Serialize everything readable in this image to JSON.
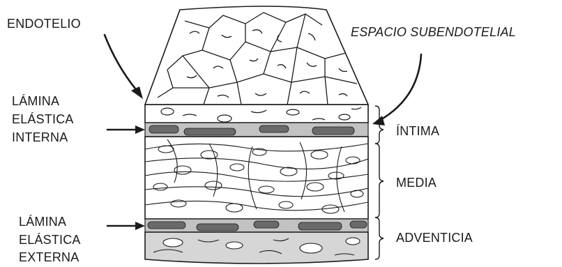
{
  "labels": {
    "endotelio": "ENDOTELIO",
    "espacio_subendotelial": "ESPACIO SUBENDOTELIAL",
    "lamina_interna": [
      "LÁMINA",
      "ELÁSTICA",
      "INTERNA"
    ],
    "lamina_externa": [
      "LÁMINA",
      "ELÁSTICA",
      "EXTERNA"
    ],
    "intima": "ÍNTIMA",
    "media": "MEDIA",
    "adventicia": "ADVENTICIA"
  }
}
